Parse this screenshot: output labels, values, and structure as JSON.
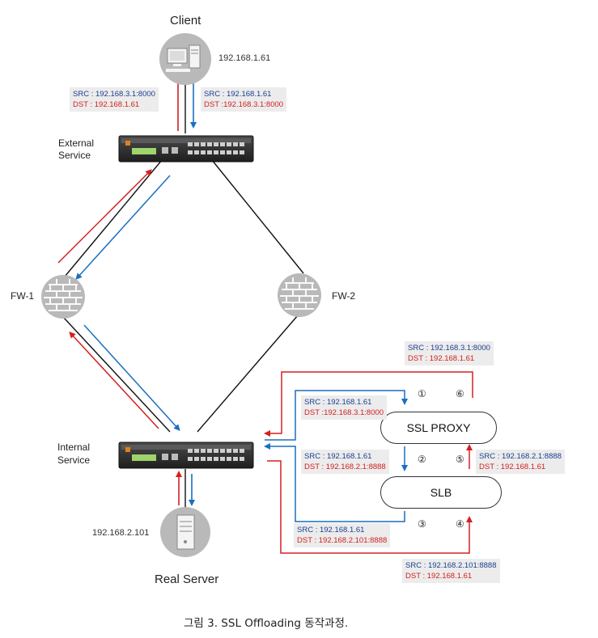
{
  "nodes": {
    "client": {
      "label": "Client",
      "ip": "192.168.1.61"
    },
    "external_service": {
      "line1": "External",
      "line2": "Service"
    },
    "fw1": {
      "label": "FW-1"
    },
    "fw2": {
      "label": "FW-2"
    },
    "internal_service": {
      "line1": "Internal",
      "line2": "Service"
    },
    "real_server": {
      "label": "Real Server",
      "ip": "192.168.2.101"
    },
    "ssl_proxy": {
      "label": "SSL PROXY"
    },
    "slb": {
      "label": "SLB"
    }
  },
  "packets": {
    "client_up": {
      "src": "SRC : 192.168.3.1:8000",
      "dst": "DST : 192.168.1.61"
    },
    "client_down": {
      "src": "SRC : 192.168.1.61",
      "dst": "DST :192.168.3.1:8000"
    },
    "proxy_return_top": {
      "src": "SRC : 192.168.3.1:8000",
      "dst": "DST : 192.168.1.61"
    },
    "step1": {
      "src": "SRC : 192.168.1.61",
      "dst": "DST :192.168.3.1:8000"
    },
    "step2": {
      "src": "SRC : 192.168.1.61",
      "dst": "DST : 192.168.2.1:8888"
    },
    "step5": {
      "src": "SRC : 192.168.2.1:8888",
      "dst": "DST : 192.168.1.61"
    },
    "step3": {
      "src": "SRC : 192.168.1.61",
      "dst": "DST : 192.168.2.101:8888"
    },
    "step4": {
      "src": "SRC : 192.168.2.101:8888",
      "dst": "DST : 192.168.1.61"
    }
  },
  "steps": [
    "①",
    "②",
    "③",
    "④",
    "⑤",
    "⑥"
  ],
  "caption": "그림 3. SSL Offloading 동작과정.",
  "colors": {
    "request": "#1a6fc0",
    "response": "#d42020",
    "link": "#111111",
    "box_bg": "#ececec"
  }
}
